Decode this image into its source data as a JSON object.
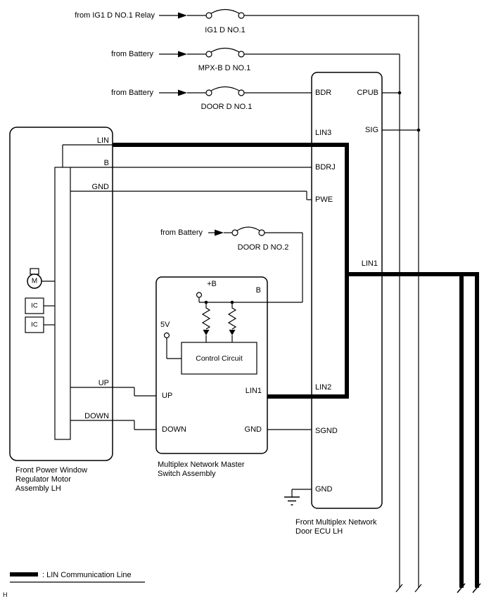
{
  "colors": {
    "line": "#000000",
    "background": "#ffffff",
    "lin_bus": "#000000"
  },
  "feeds": [
    {
      "label": "from IG1 D NO.1 Relay",
      "fuse": "IG1 D NO.1"
    },
    {
      "label": "from Battery",
      "fuse": "MPX-B D NO.1"
    },
    {
      "label": "from Battery",
      "fuse": "DOOR D NO.1"
    },
    {
      "label": "from Battery",
      "fuse": "DOOR D NO.2"
    }
  ],
  "components": {
    "motor_assembly": {
      "caption_lines": [
        "Front Power Window",
        "Regulator Motor",
        "Assembly LH"
      ],
      "pins": {
        "lin": "LIN",
        "b": "B",
        "gnd": "GND",
        "up": "UP",
        "down": "DOWN"
      },
      "internal": {
        "motor": "M",
        "ic1": "IC",
        "ic2": "IC"
      }
    },
    "master_switch": {
      "caption_lines": [
        "Multiplex Network Master",
        "Switch Assembly"
      ],
      "labels": {
        "plus_b": "+B",
        "b": "B",
        "five_v": "5V",
        "control": "Control Circuit",
        "up": "UP",
        "lin1": "LIN1",
        "down": "DOWN",
        "gnd": "GND"
      }
    },
    "door_ecu": {
      "caption_lines": [
        "Front Multiplex Network",
        "Door ECU LH"
      ],
      "pins_left": {
        "bdr": "BDR",
        "lin3": "LIN3",
        "bdrj": "BDRJ",
        "pwe": "PWE",
        "lin2": "LIN2",
        "sgnd": "SGND",
        "gnd": "GND"
      },
      "pins_right": {
        "cpub": "CPUB",
        "sig": "SIG",
        "lin1": "LIN1"
      }
    }
  },
  "legend": {
    "label": ": LIN Communication Line"
  },
  "page_marker": "H"
}
